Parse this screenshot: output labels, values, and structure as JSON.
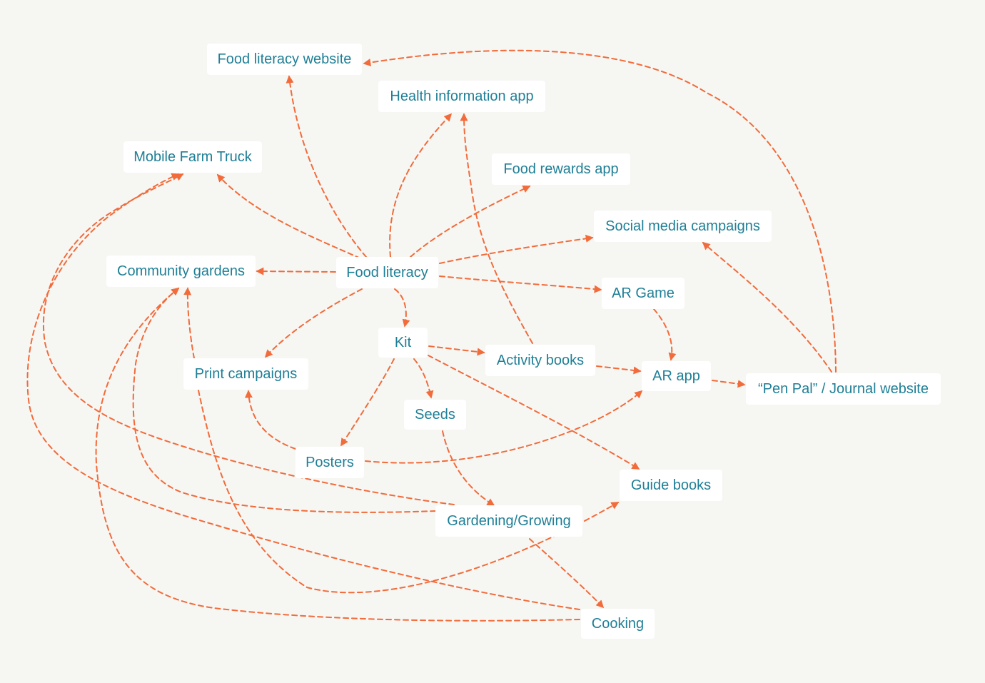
{
  "diagram": {
    "edge_color": "#f26b3a",
    "node_text_color": "#1f7f96",
    "node_background": "#ffffff",
    "background_color": "#f6f6f3",
    "nodes": [
      {
        "id": "food-literacy-website",
        "label": "Food literacy website"
      },
      {
        "id": "health-information-app",
        "label": "Health information app"
      },
      {
        "id": "mobile-farm-truck",
        "label": "Mobile Farm Truck"
      },
      {
        "id": "food-rewards-app",
        "label": "Food rewards app"
      },
      {
        "id": "social-media-campaigns",
        "label": "Social media campaigns"
      },
      {
        "id": "community-gardens",
        "label": "Community gardens"
      },
      {
        "id": "food-literacy",
        "label": "Food literacy"
      },
      {
        "id": "ar-game",
        "label": "AR Game"
      },
      {
        "id": "kit",
        "label": "Kit"
      },
      {
        "id": "activity-books",
        "label": "Activity books"
      },
      {
        "id": "print-campaigns",
        "label": "Print campaigns"
      },
      {
        "id": "ar-app",
        "label": "AR app"
      },
      {
        "id": "pen-pal-journal-website",
        "label": "“Pen Pal” / Journal website"
      },
      {
        "id": "seeds",
        "label": "Seeds"
      },
      {
        "id": "posters",
        "label": "Posters"
      },
      {
        "id": "guide-books",
        "label": "Guide books"
      },
      {
        "id": "gardening-growing",
        "label": "Gardening/Growing"
      },
      {
        "id": "cooking",
        "label": "Cooking"
      }
    ],
    "edges": [
      {
        "from": "food-literacy",
        "to": "food-literacy-website"
      },
      {
        "from": "food-literacy",
        "to": "health-information-app"
      },
      {
        "from": "food-literacy",
        "to": "mobile-farm-truck"
      },
      {
        "from": "food-literacy",
        "to": "food-rewards-app"
      },
      {
        "from": "food-literacy",
        "to": "social-media-campaigns"
      },
      {
        "from": "food-literacy",
        "to": "community-gardens"
      },
      {
        "from": "food-literacy",
        "to": "ar-game"
      },
      {
        "from": "food-literacy",
        "to": "kit"
      },
      {
        "from": "food-literacy",
        "to": "print-campaigns"
      },
      {
        "from": "kit",
        "to": "activity-books"
      },
      {
        "from": "kit",
        "to": "seeds"
      },
      {
        "from": "kit",
        "to": "posters"
      },
      {
        "from": "kit",
        "to": "guide-books"
      },
      {
        "from": "activity-books",
        "to": "health-information-app"
      },
      {
        "from": "activity-books",
        "to": "ar-app"
      },
      {
        "from": "ar-game",
        "to": "ar-app"
      },
      {
        "from": "ar-app",
        "to": "pen-pal-journal-website"
      },
      {
        "from": "pen-pal-journal-website",
        "to": "food-literacy-website"
      },
      {
        "from": "pen-pal-journal-website",
        "to": "social-media-campaigns"
      },
      {
        "from": "posters",
        "to": "print-campaigns"
      },
      {
        "from": "posters",
        "to": "ar-app"
      },
      {
        "from": "print-campaigns",
        "to": "community-gardens"
      },
      {
        "from": "print-campaigns",
        "to": "cooking"
      },
      {
        "from": "seeds",
        "to": "gardening-growing"
      },
      {
        "from": "gardening-growing",
        "to": "community-gardens"
      },
      {
        "from": "gardening-growing",
        "to": "mobile-farm-truck"
      },
      {
        "from": "gardening-growing",
        "to": "cooking"
      },
      {
        "from": "guide-books",
        "to": "community-gardens"
      },
      {
        "from": "cooking",
        "to": "mobile-farm-truck"
      },
      {
        "from": "cooking",
        "to": "community-gardens"
      }
    ]
  }
}
